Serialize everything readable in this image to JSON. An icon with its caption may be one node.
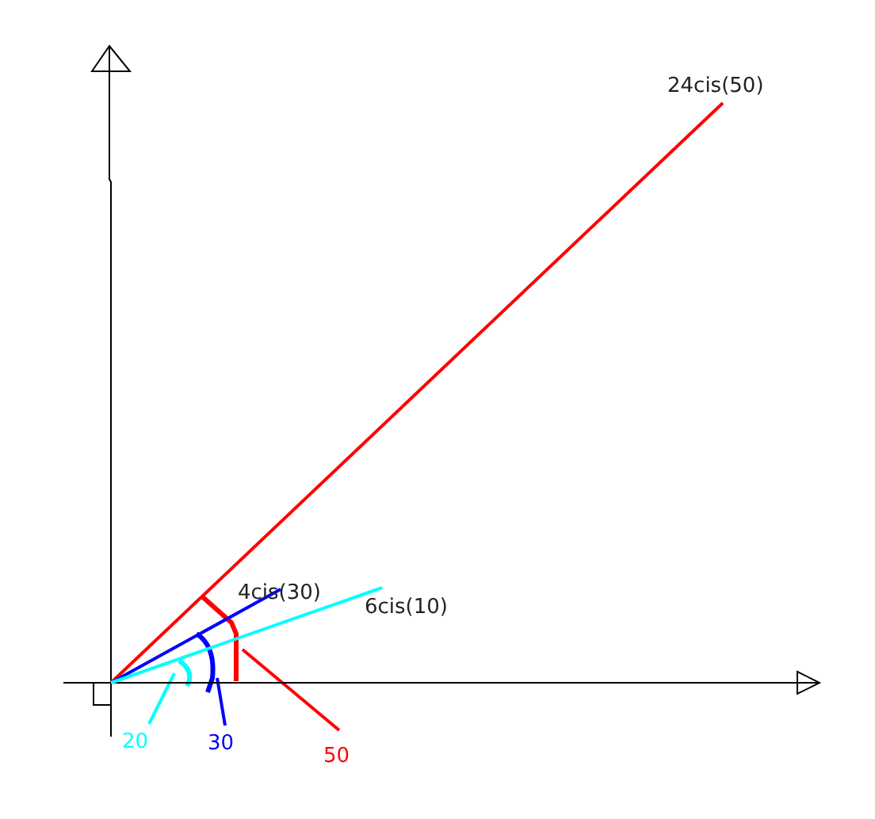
{
  "diagram": {
    "nodes": [
      {
        "text": [
          "20"
        ]
      },
      {
        "text": [],
        "shape": "arc"
      },
      {
        "text": [
          "30"
        ]
      },
      {
        "text": [],
        "shape": "arc"
      },
      {
        "text": [
          "50"
        ]
      },
      {
        "text": [],
        "shape": "arc"
      }
    ],
    "edges": [
      {
        "from": 0,
        "to": 1,
        "arrow": "none",
        "color": "#00ffff"
      },
      {
        "from": 2,
        "to": 3,
        "arrow": "none",
        "color": "#0000ff"
      },
      {
        "from": 4,
        "to": 5,
        "arrow": "none",
        "color": "#ff0000"
      }
    ],
    "labels": [
      "24cis(50)",
      "4cis(30)",
      "6cis(10)"
    ]
  }
}
